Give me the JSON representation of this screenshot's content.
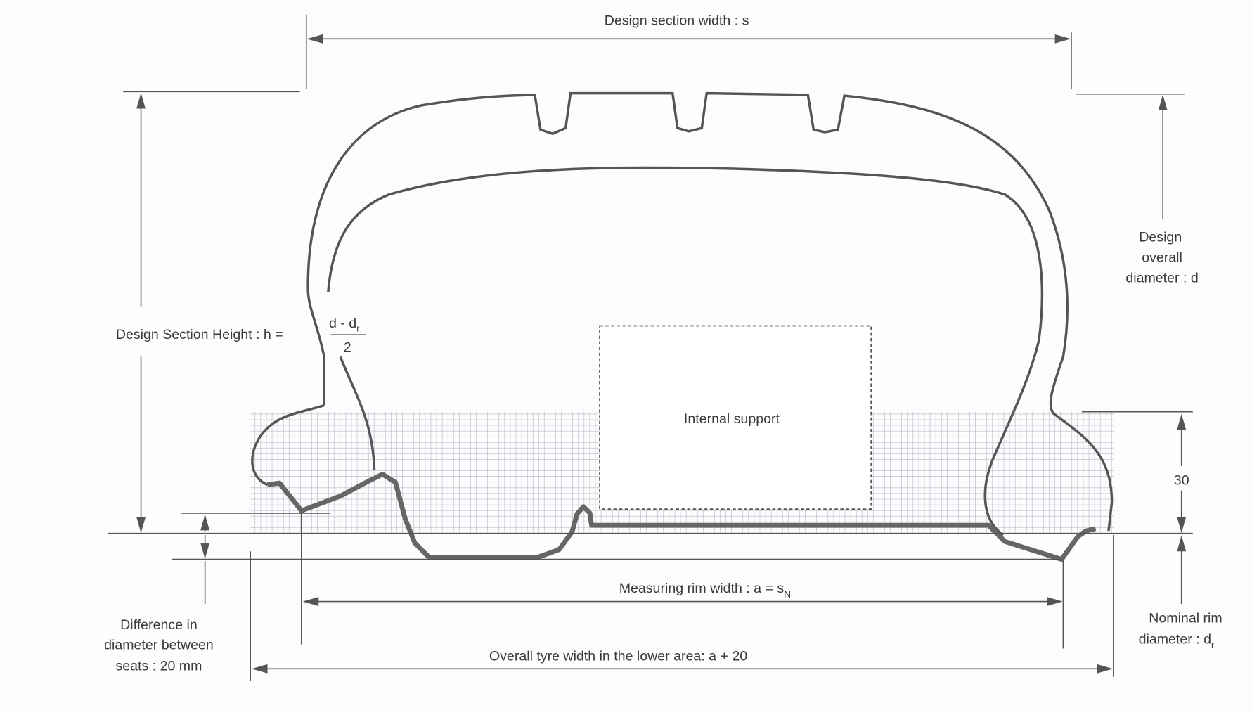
{
  "labels": {
    "section_width": "Design section width : s",
    "overall_diameter_l1": "Design",
    "overall_diameter_l2": "overall",
    "overall_diameter_l3": "diameter : d",
    "section_height": "Design Section Height : h =",
    "formula_num": "d - d",
    "formula_num_sub": "r",
    "formula_den": "2",
    "internal_support": "Internal support",
    "thirty": "30",
    "measuring_rim_width": "Measuring rim width : a = s",
    "measuring_rim_width_sub": "N",
    "nominal_rim_l1": "Nominal rim",
    "nominal_rim_l2": "diameter : d",
    "nominal_rim_sub": "r",
    "difference_l1": "Difference in",
    "difference_l2": "diameter between",
    "difference_l3": "seats : 20 mm",
    "overall_lower_width": "Overall tyre width in the lower area: a + 20"
  },
  "colors": {
    "grid": "#9a8fb0",
    "line": "#555555"
  }
}
